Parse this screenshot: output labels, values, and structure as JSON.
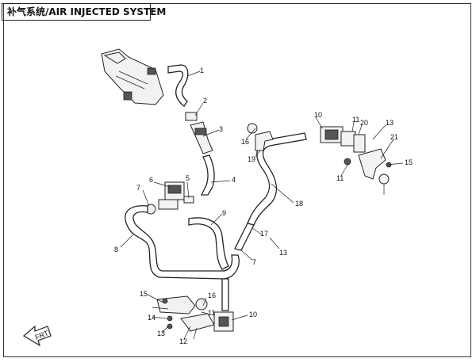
{
  "title": "补气系统/AIR INJECTED SYSTEM",
  "callouts": [
    "1",
    "2",
    "3",
    "4",
    "5",
    "6",
    "7",
    "7",
    "8",
    "9",
    "10",
    "10",
    "11",
    "11",
    "11",
    "12",
    "13",
    "13",
    "13",
    "14",
    "15",
    "15",
    "16",
    "16",
    "17",
    "18",
    "19",
    "20",
    "21"
  ],
  "arrow_label": "FRT"
}
